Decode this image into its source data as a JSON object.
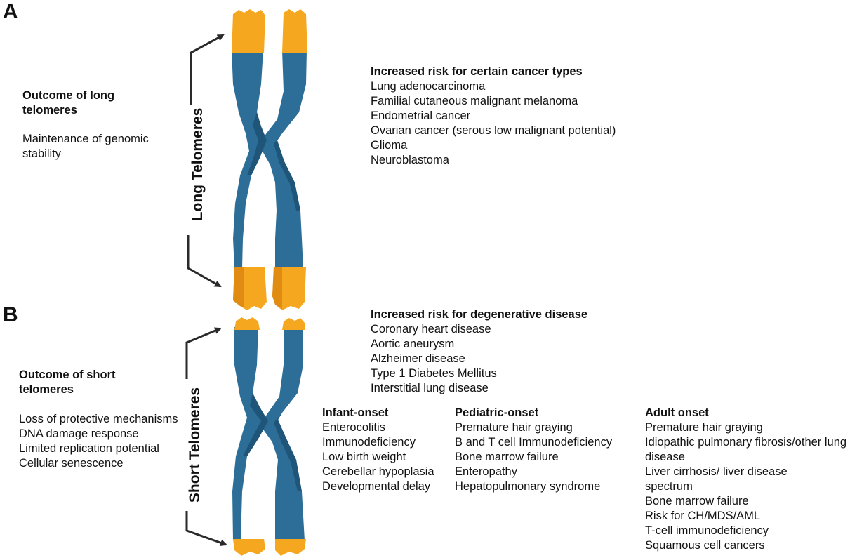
{
  "panel_a": {
    "label": "A",
    "side_title": "Outcome of long telomeres",
    "side_text": "Maintenance of genomic stability",
    "vertical_label": "Long Telomeres",
    "risk_heading": "Increased risk for certain cancer types",
    "risk_items": [
      "Lung adenocarcinoma",
      "Familial cutaneous malignant melanoma",
      "Endometrial cancer",
      "Ovarian cancer (serous low malignant potential)",
      "Glioma",
      "Neuroblastoma"
    ]
  },
  "panel_b": {
    "label": "B",
    "side_title": "Outcome of short telomeres",
    "side_items": [
      "Loss of protective mechanisms",
      "DNA damage response",
      "Limited replication potential",
      "Cellular senescence"
    ],
    "vertical_label": "Short Telomeres",
    "risk_heading": "Increased risk for degenerative disease",
    "risk_items": [
      "Coronary heart disease",
      "Aortic aneurysm",
      "Alzheimer disease",
      "Type 1 Diabetes Mellitus",
      "Interstitial lung disease"
    ],
    "onset_groups": [
      {
        "title": "Infant-onset",
        "items": [
          "Enterocolitis",
          "Immunodeficiency",
          "Low birth weight",
          "Cerebellar hypoplasia",
          "Developmental delay"
        ]
      },
      {
        "title": "Pediatric-onset",
        "items": [
          "Premature hair graying",
          "B and T cell Immunodeficiency",
          "Bone marrow failure",
          "Enteropathy",
          "Hepatopulmonary syndrome"
        ]
      },
      {
        "title": "Adult onset",
        "items": [
          "Premature hair graying",
          "Idiopathic pulmonary fibrosis/other lung disease",
          "Liver cirrhosis/ liver disease spectrum",
          "Bone marrow failure",
          "Risk for CH/MDS/AML",
          "T-cell immunodeficiency",
          "Squamous cell cancers"
        ]
      }
    ]
  },
  "colors": {
    "chromosome_blue": "#2c6e97",
    "chromosome_blue_dark": "#1f5578",
    "telomere_orange": "#f5a81f",
    "telomere_orange_dark": "#e08c12",
    "arrow": "#2a2a2a"
  }
}
